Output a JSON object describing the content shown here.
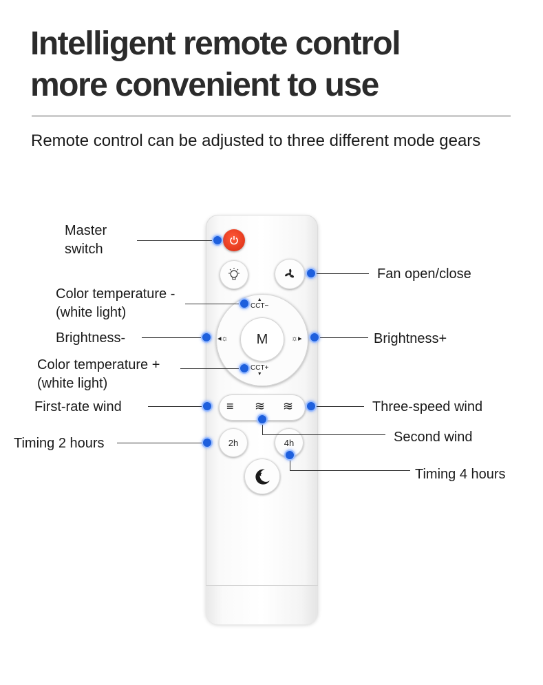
{
  "headline": {
    "line1": "Intelligent remote control",
    "line2": "more convenient to use"
  },
  "subtitle": "Remote control can be adjusted to three different mode gears",
  "labels": {
    "master_switch_1": "Master",
    "master_switch_2": "switch",
    "fan_open_close": "Fan open/close",
    "cct_minus_1": "Color temperature -",
    "cct_minus_2": "(white light)",
    "brightness_minus": "Brightness-",
    "brightness_plus": "Brightness+",
    "cct_plus_1": "Color temperature +",
    "cct_plus_2": "(white light)",
    "first_rate_wind": "First-rate wind",
    "three_speed_wind": "Three-speed wind",
    "second_wind": "Second wind",
    "timing_2h": "Timing 2 hours",
    "timing_4h": "Timing 4 hours"
  },
  "remote": {
    "center_label": "M",
    "cct_minus_text": "CCT−",
    "cct_plus_text": "CCT+",
    "timer_2h": "2h",
    "timer_4h": "4h",
    "icons": [
      "power-icon",
      "bulb-icon",
      "fan-icon",
      "brightness-down-icon",
      "brightness-up-icon",
      "wind-low-icon",
      "wind-mid-icon",
      "wind-high-icon",
      "moon-star-icon"
    ]
  },
  "colors": {
    "accent_dot": "#1e5fdd",
    "power_button": "#e8391d"
  }
}
